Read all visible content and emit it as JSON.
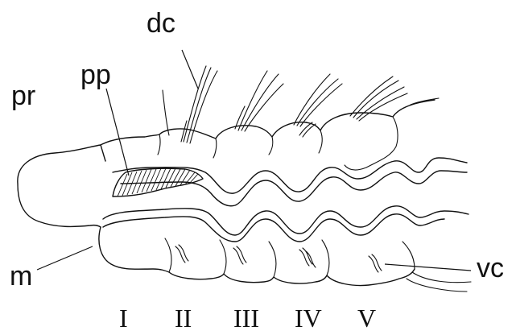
{
  "labels": {
    "dc": "dc",
    "pr": "pr",
    "pp": "pp",
    "m": "m",
    "vc": "vc"
  },
  "segments": [
    "I",
    "II",
    "III",
    "IV",
    "V"
  ],
  "colors": {
    "ink": "#111111",
    "background": "#ffffff"
  }
}
